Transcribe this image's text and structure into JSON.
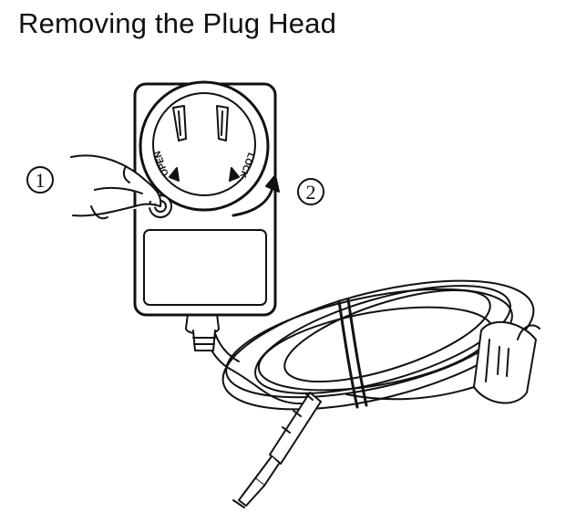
{
  "heading": {
    "title": "Removing the Plug Head"
  },
  "illustration": {
    "steps": [
      {
        "number": "1"
      },
      {
        "number": "2"
      }
    ],
    "dial": {
      "open_label": "OPEN",
      "lock_label": "LOCK"
    }
  }
}
